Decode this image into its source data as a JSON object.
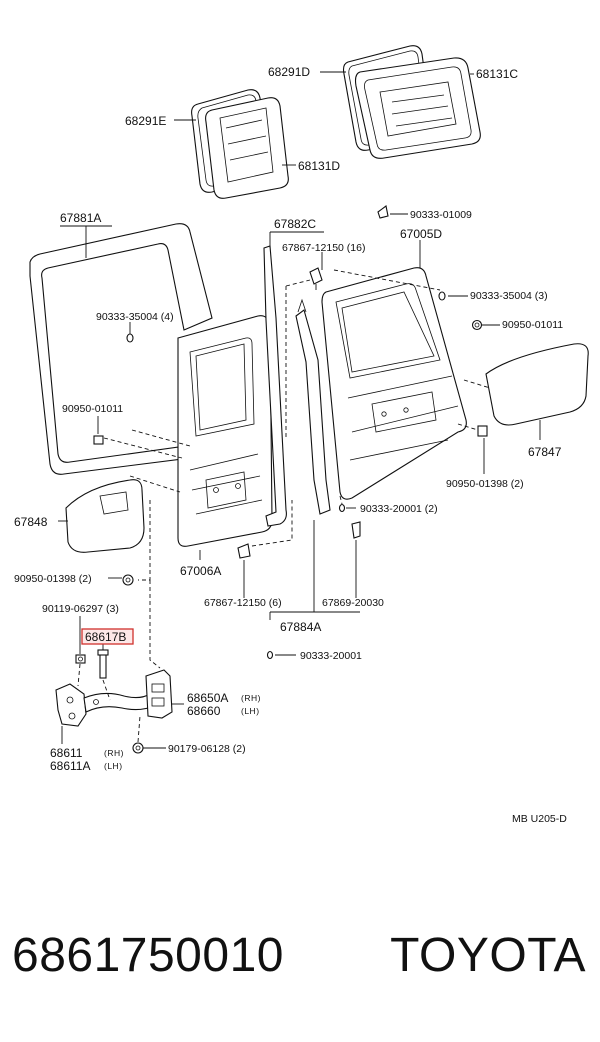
{
  "labels": {
    "p68291D": "68291D",
    "p68131C": "68131C",
    "p68291E": "68291E",
    "p68131D": "68131D",
    "p67881A": "67881A",
    "p67882C": "67882C",
    "p90333_01009": "90333-01009",
    "p67005D": "67005D",
    "p67867_12150_16": "67867-12150 (16)",
    "p90333_35004_3": "90333-35004 (3)",
    "p90333_35004_4": "90333-35004 (4)",
    "p90950_01011_r": "90950-01011",
    "p90950_01011_l": "90950-01011",
    "p67847": "67847",
    "p90950_01398_2_r": "90950-01398 (2)",
    "p67848": "67848",
    "p90333_20001_2": "90333-20001 (2)",
    "p67006A": "67006A",
    "p90950_01398_2_l": "90950-01398 (2)",
    "p67867_12150_6": "67867-12150 (6)",
    "p67869_20030": "67869-20030",
    "p90119_06297_3": "90119-06297 (3)",
    "p67884A": "67884A",
    "p68617B": "68617B",
    "p90333_20001": "90333-20001",
    "p68650A": "68650A",
    "p68650A_side": "(RH)",
    "p68660": "68660",
    "p68660_side": "(LH)",
    "p68611": "68611",
    "p68611_side": "(RH)",
    "p68611A": "68611A",
    "p68611A_side": "(LH)",
    "p90179_06128_2": "90179-06128 (2)",
    "figure_code": "MB  U205-D"
  },
  "highlight_color": "#d0312d",
  "footer": {
    "part_number": "6861750010",
    "brand": "TOYOTA"
  }
}
